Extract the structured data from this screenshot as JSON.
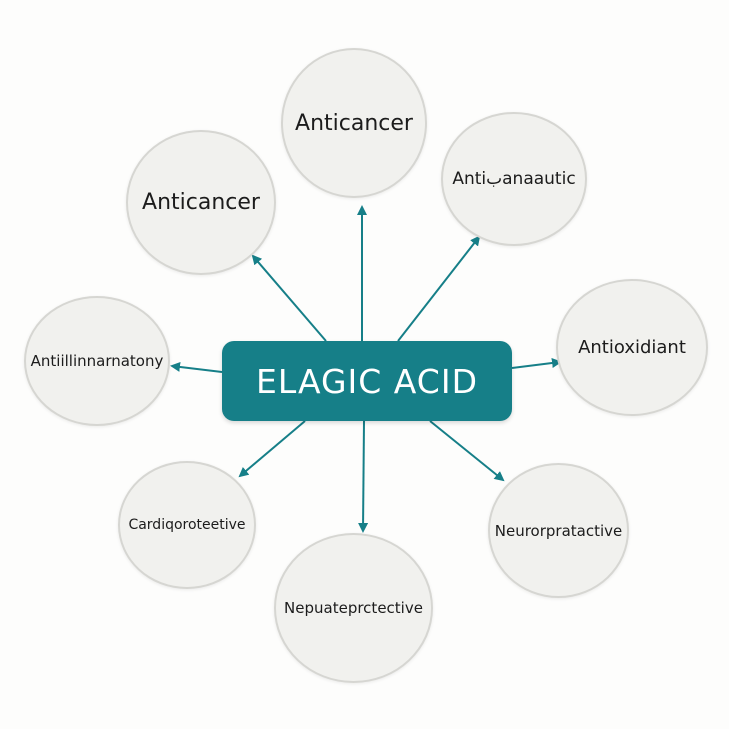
{
  "center": {
    "label": "ELAGIC ACID"
  },
  "nodes": {
    "top": "Anticancer",
    "upper_left": "Anticancer",
    "upper_right": "Antiبanaautic",
    "left": "Antiillinnarnatony",
    "right": "Antioxidiant",
    "lower_left": "Cardiqoroteetive",
    "bottom": "Nepuateprctective",
    "lower_right": "Neurorpratactive"
  },
  "colors": {
    "center_fill": "#167f88",
    "arrow": "#167f88",
    "node_fill": "#f1f1ee",
    "node_border": "#d6d6d2"
  }
}
